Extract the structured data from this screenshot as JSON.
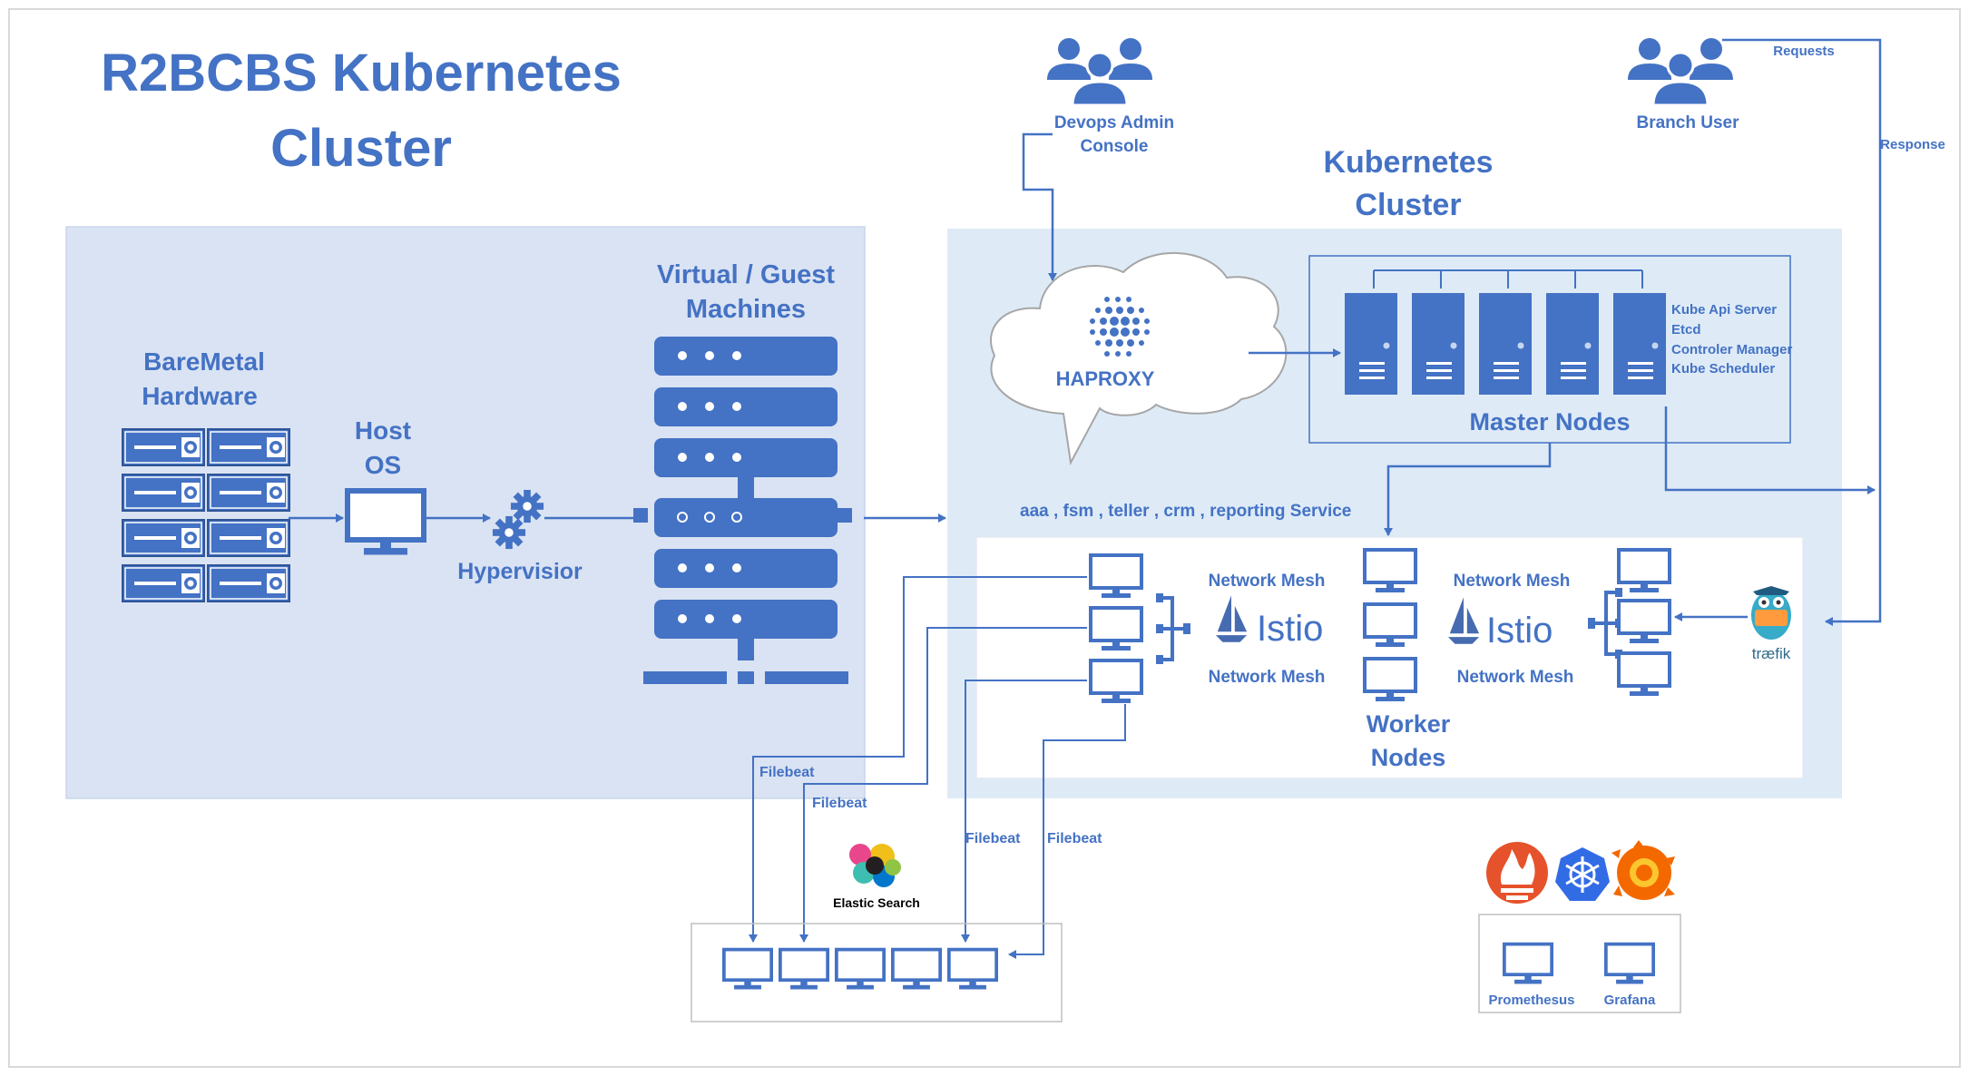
{
  "title": {
    "line1": "R2BCBS Kubernetes",
    "line2": "Cluster"
  },
  "colors": {
    "primary": "#4472c4",
    "dark_blue": "#2f5597",
    "left_panel": "#dae3f3",
    "cluster_panel": "#deebf7",
    "white": "#ffffff",
    "prometheus": "#e6522c",
    "kubernetes": "#326ce5",
    "grafana": "#f46800"
  },
  "baremetal": {
    "line1": "BareMetal",
    "line2": "Hardware"
  },
  "host_os": {
    "line1": "Host",
    "line2": "OS"
  },
  "hypervisor": {
    "label": "Hypervisior"
  },
  "virtual_machines": {
    "line1": "Virtual / Guest",
    "line2": "Machines"
  },
  "devops": {
    "line1": "Devops Admin",
    "line2": "Console"
  },
  "branch_user": {
    "label": "Branch User"
  },
  "requests_label": "Requests",
  "response_label": "Response",
  "k8s_cluster": {
    "line1": "Kubernetes",
    "line2": "Cluster"
  },
  "haproxy": {
    "label": "HAPROXY"
  },
  "master_nodes": {
    "label": "Master Nodes",
    "components": [
      "Kube Api Server",
      "Etcd",
      "Controler Manager",
      "Kube Scheduler"
    ]
  },
  "services_label": "aaa , fsm , teller , crm , reporting Service",
  "network_mesh_label": "Network Mesh",
  "istio_label": "Istio",
  "worker_nodes": {
    "line1": "Worker",
    "line2": "Nodes"
  },
  "traefik_label": "træfik",
  "filebeat_label": "Filebeat",
  "elastic_label": "Elastic Search",
  "prometheus_label": "Promethesus",
  "grafana_label": "Grafana"
}
